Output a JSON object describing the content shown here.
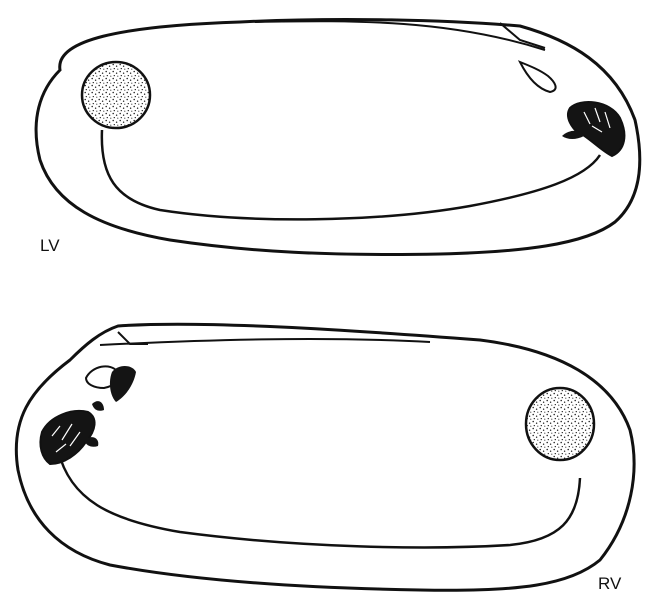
{
  "figure": {
    "valves": [
      {
        "id": "left-valve",
        "label": "LV"
      },
      {
        "id": "right-valve",
        "label": "RV"
      }
    ],
    "colors": {
      "outline": "#111111",
      "background": "#ffffff",
      "stipple": "#1a1a1a",
      "scar": "#141414"
    }
  }
}
